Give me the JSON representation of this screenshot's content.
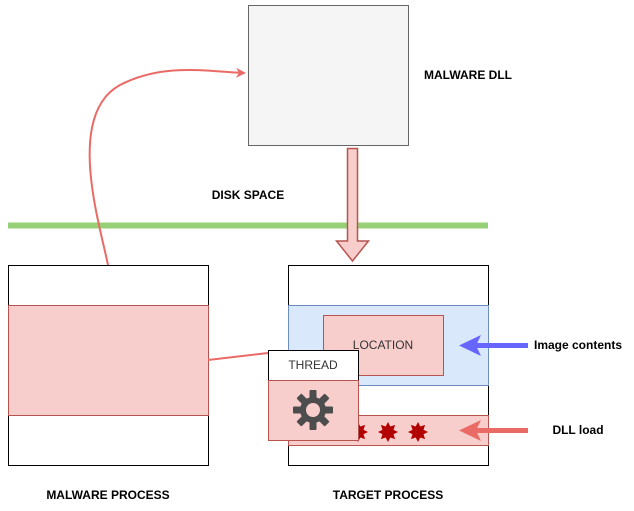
{
  "labels": {
    "malware_dll": "MALWARE DLL",
    "disk_space": "DISK SPACE",
    "location": "LOCATION",
    "thread": "THREAD",
    "image_contents": "Image contents",
    "dll_load": "DLL load",
    "malware_process": "MALWARE PROCESS",
    "target_process": "TARGET PROCESS"
  },
  "colors": {
    "dll_box_fill": "#f5f5f5",
    "disk_line": "#97d077",
    "pink_fill": "#f8cecc",
    "red_stroke": "#b85450",
    "blue_fill": "#dae8fc",
    "blue_stroke": "#6c8ebf",
    "blue_arrow": "#6666ff",
    "red_arrow": "#ea6b66",
    "burst": "#b20000",
    "gear": "#4d4d4d"
  },
  "icons": [
    "gear-icon",
    "burst-icon"
  ]
}
